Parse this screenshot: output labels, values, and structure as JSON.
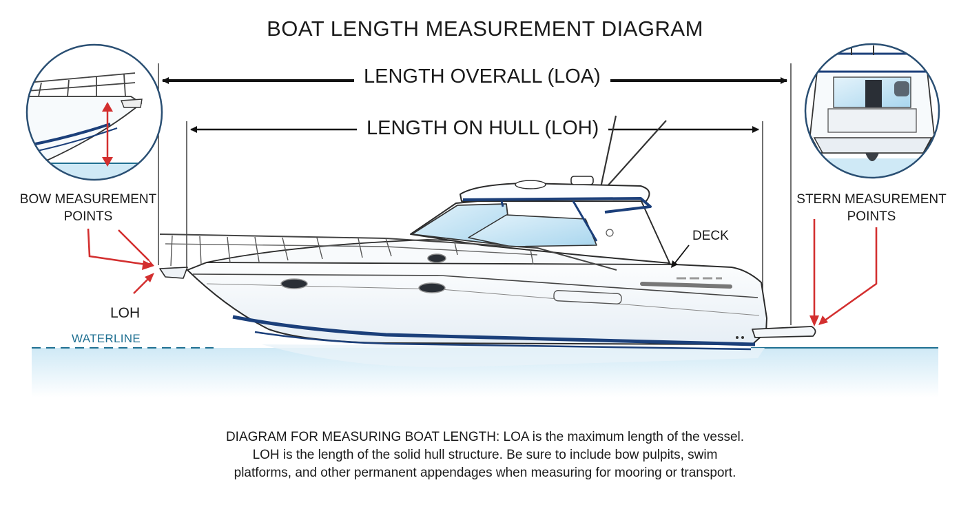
{
  "title": "BOAT LENGTH MEASUREMENT DIAGRAM",
  "dimensions": {
    "loa_label": "LENGTH OVERALL (LOA)",
    "loh_label": "LENGTH ON HULL (LOH)"
  },
  "callouts": {
    "bow_line1": "BOW MEASUREMENT",
    "bow_line2": "POINTS",
    "stern_line1": "STERN MEASUREMENT",
    "stern_line2": "POINTS",
    "deck": "DECK",
    "loh": "LOH",
    "waterline": "WATERLINE"
  },
  "caption": {
    "line1": "DIAGRAM FOR MEASURING BOAT LENGTH: LOA is the maximum length of the vessel.",
    "line2": "LOH is the length of the solid hull structure. Be sure to include bow pulpits, swim",
    "line3": "platforms, and other permanent appendages when measuring for mooring or transport."
  },
  "colors": {
    "arrow_red": "#d32f2f",
    "hull_stripe": "#1b3f7a",
    "water": "#dff1fa",
    "waterline": "#1e6f91"
  }
}
